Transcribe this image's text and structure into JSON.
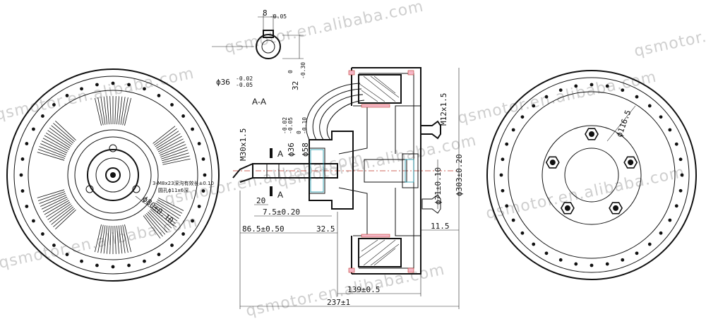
{
  "watermark": "qsmotor.en.alibaba.com",
  "section_label": "A-A",
  "section_marks": [
    "A",
    "A"
  ],
  "dims": {
    "key_w": "8",
    "key_w_tol": "0\n-0.05",
    "shaft_d": "ϕ36",
    "shaft_d_tol": "-0.02\n-0.05",
    "key_depth": "32",
    "key_depth_tol": "0\n-0.30",
    "thread_shaft": "M30x1.5",
    "bearing_d1": "ϕ36",
    "bearing_d1_tol": "-0.02\n-0.05",
    "bearing_d2": "ϕ58",
    "bearing_d2_tol": "0\n-0.10",
    "d_20": "20",
    "d_7_5": "7.5±0.20",
    "d_86_5": "86.5±0.50",
    "d_32_5": "32.5",
    "d_11_5": "11.5",
    "d_139": "139±0.5",
    "d_237": "237±1",
    "d_71": "ϕ71±0.10",
    "d_303": "ϕ303±0.20",
    "valve_thread": "M12x1.5",
    "pcd_right": "ϕ116.5",
    "pcd_left": "ϕ80±0.10",
    "note1": "3-M8x23深沟有效长±0.10",
    "note2": "圆孔ϕ11x6深"
  }
}
